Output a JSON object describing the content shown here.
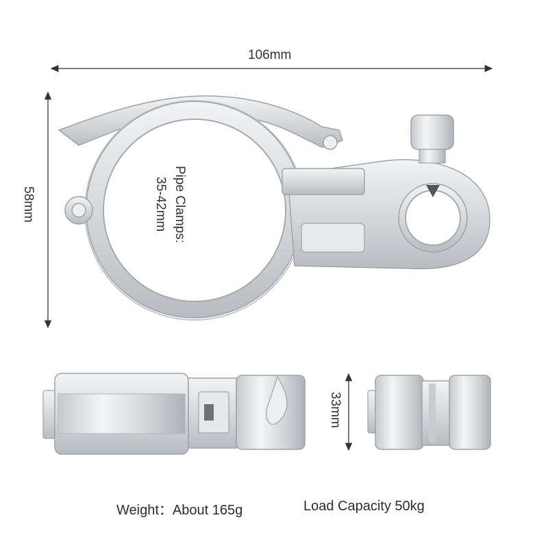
{
  "dimensions": {
    "width": "106mm",
    "height": "58mm",
    "thickness": "33mm"
  },
  "pipe_clamps": {
    "label": "Pipe Clamps:",
    "range": "35-42mm"
  },
  "specs": {
    "weight": "Weight：About 165g",
    "load_capacity": "Load Capacity 50kg"
  },
  "colors": {
    "metal": "#d9dcdf",
    "metal_dark": "#a9adb2",
    "line": "#333333"
  }
}
